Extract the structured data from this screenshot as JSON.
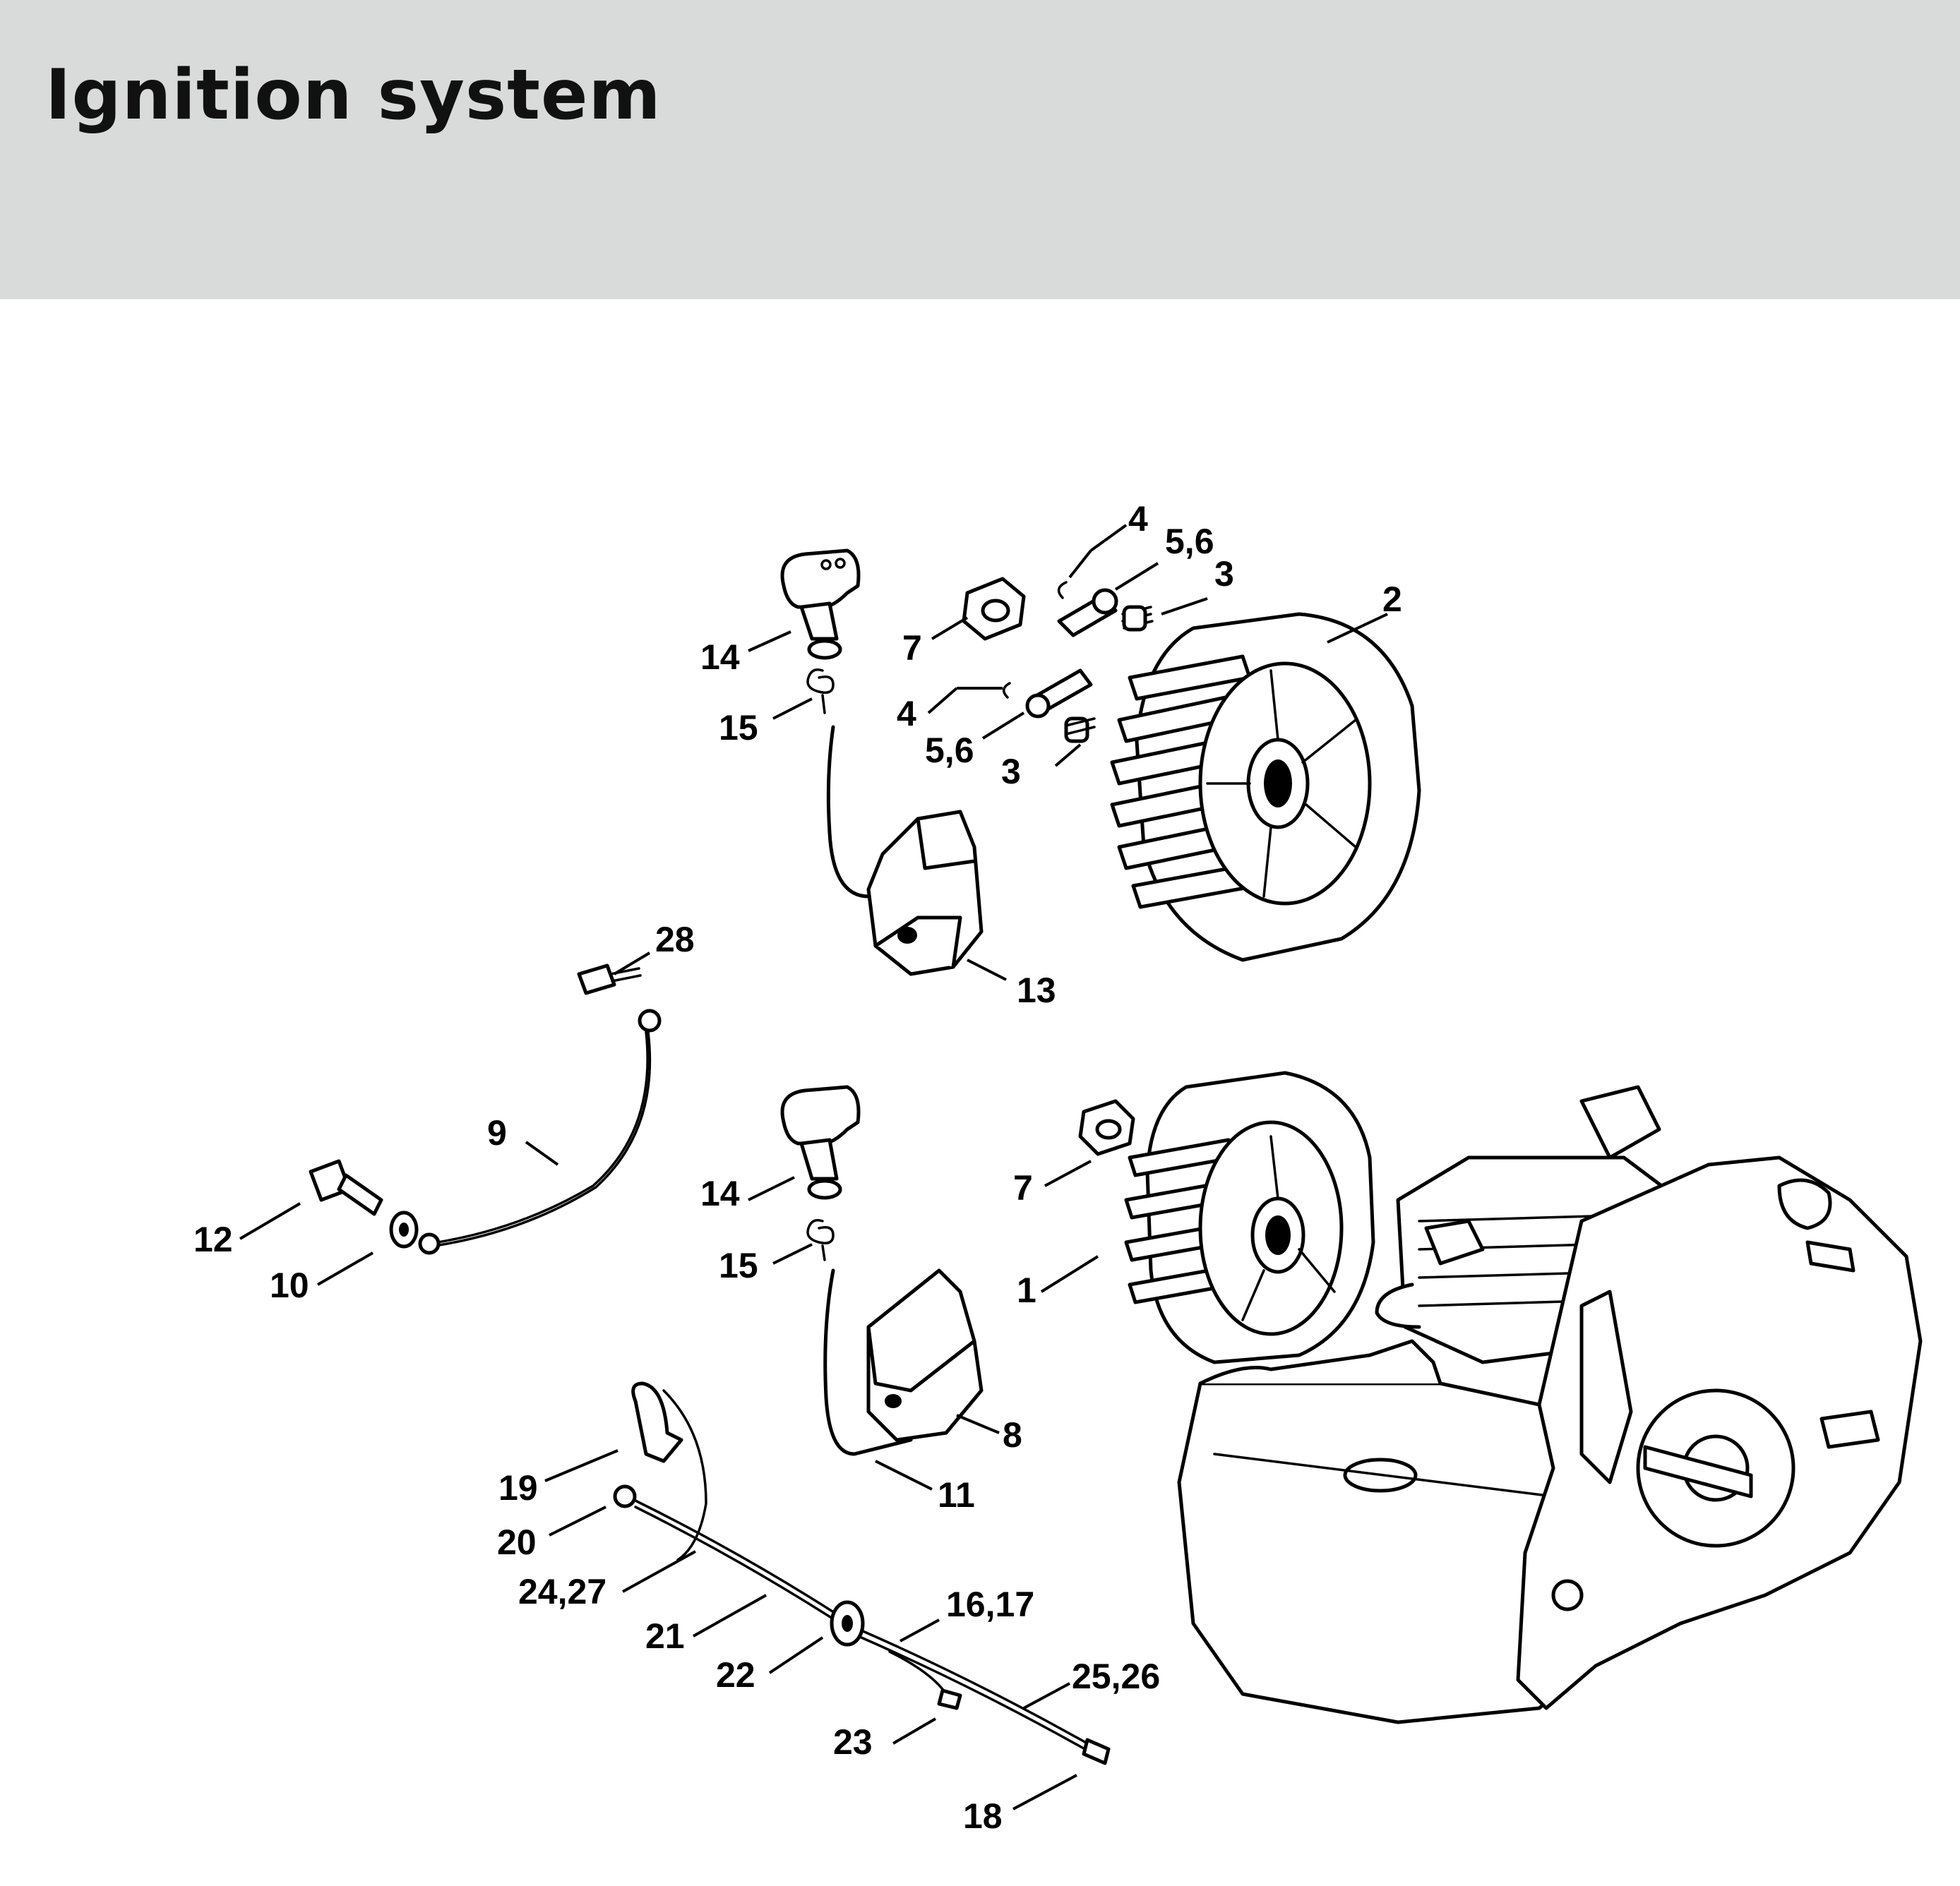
{
  "header": {
    "title": "Ignition system"
  },
  "callouts": [
    {
      "id": "c2",
      "text": "2"
    },
    {
      "id": "c3a",
      "text": "3"
    },
    {
      "id": "c4a",
      "text": "4"
    },
    {
      "id": "c56a",
      "text": "5,6"
    },
    {
      "id": "c7a",
      "text": "7"
    },
    {
      "id": "c14a",
      "text": "14"
    },
    {
      "id": "c15a",
      "text": "15"
    },
    {
      "id": "c4b",
      "text": "4"
    },
    {
      "id": "c56b",
      "text": "5,6"
    },
    {
      "id": "c3b",
      "text": "3"
    },
    {
      "id": "c13",
      "text": "13"
    },
    {
      "id": "c28",
      "text": "28"
    },
    {
      "id": "c9",
      "text": "9"
    },
    {
      "id": "c12",
      "text": "12"
    },
    {
      "id": "c10",
      "text": "10"
    },
    {
      "id": "c14b",
      "text": "14"
    },
    {
      "id": "c15b",
      "text": "15"
    },
    {
      "id": "c7b",
      "text": "7"
    },
    {
      "id": "c1",
      "text": "1"
    },
    {
      "id": "c8",
      "text": "8"
    },
    {
      "id": "c11",
      "text": "11"
    },
    {
      "id": "c19",
      "text": "19"
    },
    {
      "id": "c20",
      "text": "20"
    },
    {
      "id": "c2427",
      "text": "24,27"
    },
    {
      "id": "c21",
      "text": "21"
    },
    {
      "id": "c1617",
      "text": "16,17"
    },
    {
      "id": "c22",
      "text": "22"
    },
    {
      "id": "c2526",
      "text": "25,26"
    },
    {
      "id": "c23",
      "text": "23"
    },
    {
      "id": "c18",
      "text": "18"
    }
  ]
}
